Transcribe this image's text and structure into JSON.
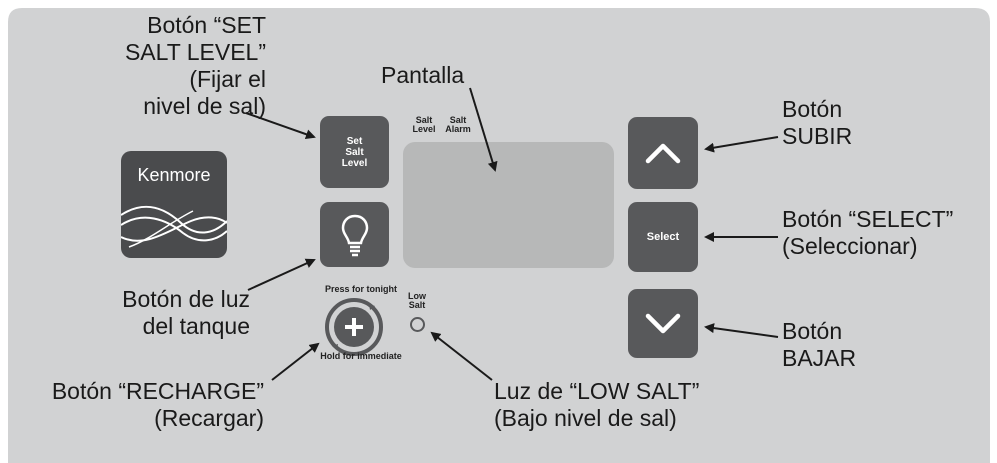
{
  "panel": {
    "background_color": "#d1d2d3",
    "button_color": "#58595b",
    "screen_color": "#b7b8b8"
  },
  "logo": {
    "text": "Kenmore"
  },
  "buttons": {
    "set_salt_level": [
      "Set",
      "Salt",
      "Level"
    ],
    "light_icon": "lightbulb-icon",
    "up_icon": "chevron-up-icon",
    "select": "Select",
    "down_icon": "chevron-down-icon",
    "recharge_icon": "plus-icon"
  },
  "small_labels": {
    "salt_level": [
      "Salt",
      "Level"
    ],
    "salt_alarm": [
      "Salt",
      "Alarm"
    ],
    "press_for_tonight": "Press for tonight",
    "hold_for_immediate": "Hold for immediate",
    "low_salt": [
      "Low",
      "Salt"
    ]
  },
  "callouts": {
    "set_salt": [
      "Botón “SET",
      "SALT LEVEL”",
      "(Fijar el",
      "nivel de sal)"
    ],
    "pantalla": "Pantalla",
    "light": [
      "Botón de luz",
      "del tanque"
    ],
    "recharge": [
      "Botón “RECHARGE”",
      "(Recargar)"
    ],
    "low_salt": [
      "Luz de “LOW SALT”",
      "(Bajo nivel de sal)"
    ],
    "up": [
      "Botón",
      "SUBIR"
    ],
    "select": [
      "Botón “SELECT”",
      "(Seleccionar)"
    ],
    "down": [
      "Botón",
      "BAJAR"
    ]
  }
}
